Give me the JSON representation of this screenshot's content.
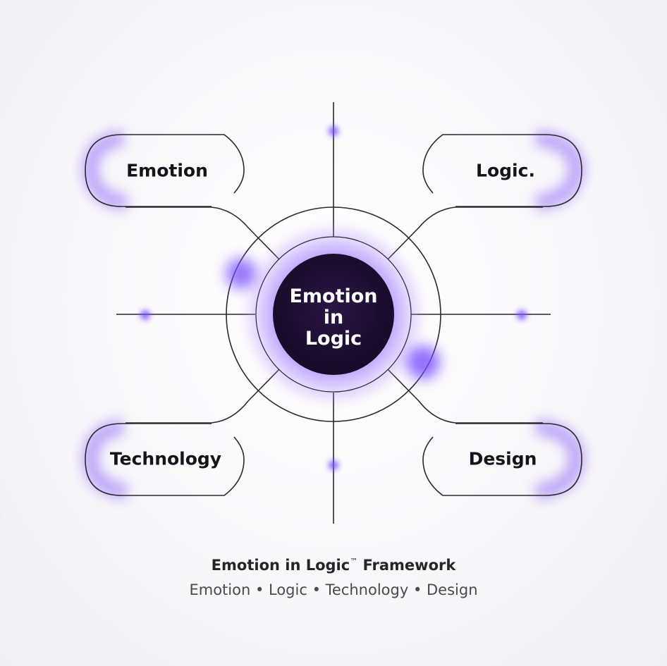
{
  "center": {
    "line1": "Emotion",
    "line2": "in",
    "line3": "Logic"
  },
  "nodes": {
    "emotion": "Emotion",
    "logic": "Logic.",
    "technology": "Technology",
    "design": "Design"
  },
  "caption": {
    "title": "Emotion in Logic",
    "trademark": "™",
    "title_suffix": "Framework",
    "subtitle": "Emotion • Logic • Technology • Design"
  },
  "colors": {
    "accent_glow": "#8a5cf6",
    "core_fill": "#1a0c2c",
    "ring_fill": "#c9b3ff",
    "line": "#2a2830"
  }
}
